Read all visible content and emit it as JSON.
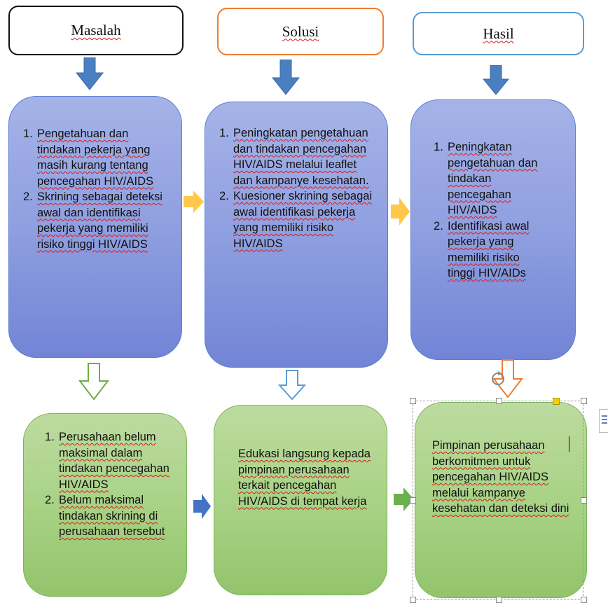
{
  "columns": [
    {
      "header": "Masalah",
      "header_border": "#111111",
      "problems": [
        "Pengetahuan dan tindakan pekerja yang masih kurang tentang pencegahan HIV/AIDS",
        "Skrining sebagai deteksi awal dan identifikasi pekerja yang memiliki risiko tinggi HIV/AIDS"
      ],
      "bottom_items": [
        "Perusahaan belum maksimal dalam tindakan pencegahan HIV/AIDS",
        "Belum maksimal tindakan skrining di perusahaan tersebut"
      ]
    },
    {
      "header": "Solusi",
      "header_border": "#ed7d31",
      "problems": [
        "Peningkatan pengetahuan dan tindakan pencegahan HIV/AIDS melalui leaflet dan kampanye kesehatan.",
        "Kuesioner skrining sebagai awal identifikasi pekerja yang memiliki risiko HIV/AIDS"
      ],
      "bottom_text": "Edukasi langsung kepada pimpinan perusahaan terkait pencegahan HIV/AIDS di tempat kerja"
    },
    {
      "header": "Hasil",
      "header_border": "#5b9bd5",
      "problems": [
        "Peningkatan pengetahuan dan tindakan pencegahan HIV/AIDS",
        "Identifikasi awal pekerja yang memiliki risiko tinggi HIV/AIDs"
      ],
      "bottom_text": "Pimpinan perusahaan berkomitmen untuk pencegahan HIV/AIDS melalui kampanye kesehatan dan deteksi dini"
    }
  ],
  "colors": {
    "blue_box": "#8f9fe0",
    "green_box": "#a6d183",
    "arrow_blue": "#4a7fc1",
    "arrow_yellow": "#ffc84a",
    "arrow_green_outline": "#70ad47",
    "arrow_orange_outline": "#ed7d31",
    "arrow_green": "#6ab04c"
  }
}
